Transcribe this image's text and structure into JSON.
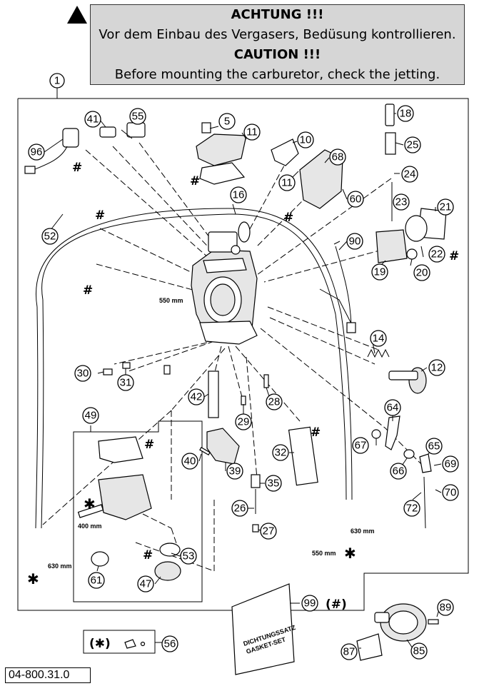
{
  "warning": {
    "de_title": "ACHTUNG !!!",
    "de_text": "Vor dem Einbau des Vergasers, Bedüsung kontrollieren.",
    "en_title": "CAUTION !!!",
    "en_text": "Before mounting the carburetor, check the jetting."
  },
  "labels": {
    "p1": "1",
    "p5": "5",
    "p10": "10",
    "p11a": "11",
    "p11b": "11",
    "p12": "12",
    "p14": "14",
    "p16": "16",
    "p18": "18",
    "p19": "19",
    "p20": "20",
    "p21": "21",
    "p22": "22",
    "p23": "23",
    "p24": "24",
    "p25": "25",
    "p26": "26",
    "p27": "27",
    "p28": "28",
    "p29": "29",
    "p30": "30",
    "p31": "31",
    "p32": "32",
    "p35": "35",
    "p39": "39",
    "p40": "40",
    "p41": "41",
    "p42": "42",
    "p47": "47",
    "p49": "49",
    "p52": "52",
    "p53": "53",
    "p55": "55",
    "p56": "56",
    "p60": "60",
    "p61": "61",
    "p64": "64",
    "p65": "65",
    "p66": "66",
    "p67": "67",
    "p68": "68",
    "p69": "69",
    "p70": "70",
    "p72": "72",
    "p85": "85",
    "p87": "87",
    "p89": "89",
    "p90": "90",
    "p96": "96",
    "p99": "99"
  },
  "annotations": {
    "hash": "#",
    "hash_paren": "(#)",
    "star": "✱",
    "star_paren": "(✱)",
    "len_550a": "550 mm",
    "len_550b": "550 mm",
    "len_400": "400 mm",
    "len_630a": "630 mm",
    "len_630b": "630 mm",
    "gasket_de": "DICHTUNGSSATZ",
    "gasket_en": "GASKET-SET"
  },
  "doc_code": "04-800.31.0"
}
